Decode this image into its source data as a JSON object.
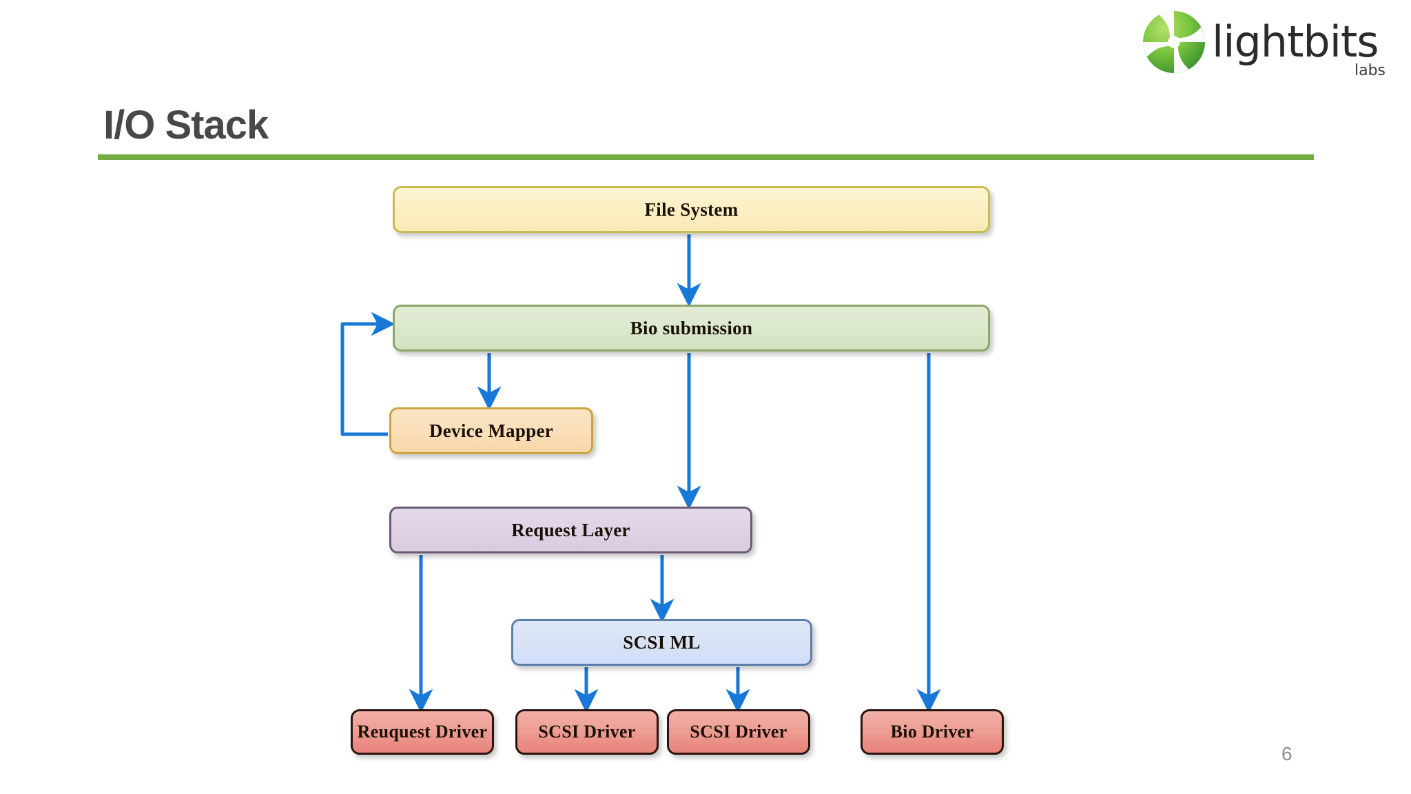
{
  "slide": {
    "title": "I/O Stack",
    "page_number": "6",
    "accent_color": "#74ab45",
    "title_color": "#46484b",
    "background": "#ffffff"
  },
  "logo": {
    "mark_name": "lightbits-pinwheel-mark",
    "wordmark": "lightbits",
    "subtext": "labs",
    "green_light": "#8dc63f",
    "green_dark": "#3f9c35"
  },
  "diagram": {
    "type": "flowchart",
    "arrow_color": "#1878d8",
    "nodes": [
      {
        "id": "file-system",
        "label": "File System",
        "fill": "#fbefc2",
        "border": "#c6bc51"
      },
      {
        "id": "bio-submission",
        "label": "Bio submission",
        "fill": "#dbe8cb",
        "border": "#8fa56a"
      },
      {
        "id": "device-mapper",
        "label": "Device Mapper",
        "fill": "#fadfb9",
        "border": "#cba33f"
      },
      {
        "id": "request-layer",
        "label": "Request Layer",
        "fill": "#ded2e4",
        "border": "#6d5b76"
      },
      {
        "id": "scsi-ml",
        "label": "SCSI ML",
        "fill": "#d7e3f4",
        "border": "#5d80ab"
      },
      {
        "id": "request-driver",
        "label": "Reuquest Driver",
        "fill": "#ee9f95",
        "border": "#2a1410"
      },
      {
        "id": "scsi-driver-1",
        "label": "SCSI Driver",
        "fill": "#ee9f95",
        "border": "#2a1410"
      },
      {
        "id": "scsi-driver-2",
        "label": "SCSI Driver",
        "fill": "#ee9f95",
        "border": "#2a1410"
      },
      {
        "id": "bio-driver",
        "label": "Bio Driver",
        "fill": "#ee9f95",
        "border": "#2a1410"
      }
    ],
    "edges": [
      {
        "from": "file-system",
        "to": "bio-submission",
        "style": "straight-down"
      },
      {
        "from": "bio-submission",
        "to": "device-mapper",
        "style": "straight-down"
      },
      {
        "from": "device-mapper",
        "to": "bio-submission",
        "style": "loop-back-left"
      },
      {
        "from": "bio-submission",
        "to": "request-layer",
        "style": "straight-down"
      },
      {
        "from": "bio-submission",
        "to": "bio-driver",
        "style": "straight-down-long"
      },
      {
        "from": "request-layer",
        "to": "request-driver",
        "style": "straight-down"
      },
      {
        "from": "request-layer",
        "to": "scsi-ml",
        "style": "straight-down"
      },
      {
        "from": "scsi-ml",
        "to": "scsi-driver-1",
        "style": "straight-down"
      },
      {
        "from": "scsi-ml",
        "to": "scsi-driver-2",
        "style": "straight-down"
      }
    ]
  }
}
